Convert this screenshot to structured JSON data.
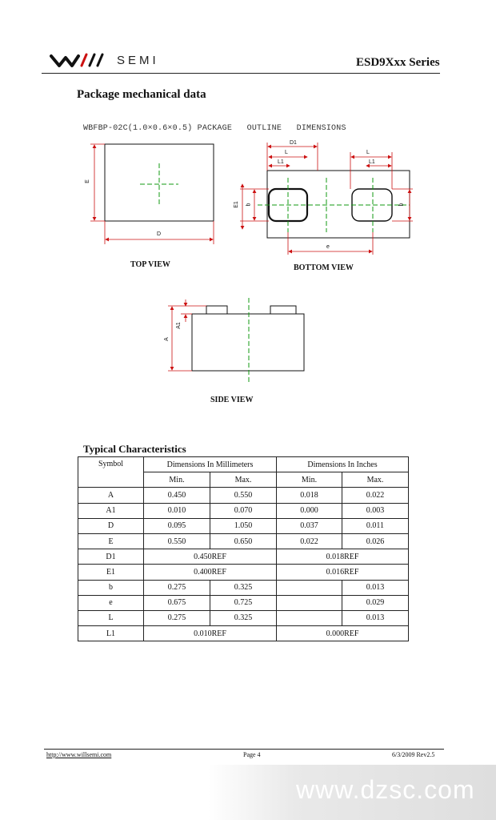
{
  "header": {
    "logo_text": "SEMI",
    "series": "ESD9Xxx  Series"
  },
  "section_title": "Package mechanical data",
  "package_title": "WBFBP-02C(1.0×0.6×0.5) PACKAGE   OUTLINE   DIMENSIONS",
  "views": {
    "top": "TOP VIEW",
    "bottom": "BOTTOM VIEW",
    "side": "SIDE VIEW"
  },
  "dim_labels": {
    "E": "E",
    "D": "D",
    "D1": "D1",
    "L": "L",
    "L1": "L1",
    "E1": "E1",
    "b": "b",
    "e": "e",
    "A": "A",
    "A1": "A1"
  },
  "table": {
    "title": "Typical Characteristics",
    "col_symbol": "Symbol",
    "col_mm": "Dimensions In Millimeters",
    "col_in": "Dimensions In Inches",
    "min": "Min.",
    "max": "Max.",
    "rows": [
      {
        "symbol": "A",
        "mm_min": "0.450",
        "mm_max": "0.550",
        "in_min": "0.018",
        "in_max": "0.022"
      },
      {
        "symbol": "A1",
        "mm_min": "0.010",
        "mm_max": "0.070",
        "in_min": "0.000",
        "in_max": "0.003"
      },
      {
        "symbol": "D",
        "mm_min": "0.095",
        "mm_max": "1.050",
        "in_min": "0.037",
        "in_max": "0.011"
      },
      {
        "symbol": "E",
        "mm_min": "0.550",
        "mm_max": "0.650",
        "in_min": "0.022",
        "in_max": "0.026"
      },
      {
        "symbol": "D1",
        "mm_ref": "0.450REF",
        "in_ref": "0.018REF"
      },
      {
        "symbol": "E1",
        "mm_ref": "0.400REF",
        "in_ref": "0.016REF"
      },
      {
        "symbol": "b",
        "mm_min": "0.275",
        "mm_max": "0.325",
        "in_min": "",
        "in_max": "0.013"
      },
      {
        "symbol": "e",
        "mm_min": "0.675",
        "mm_max": "0.725",
        "in_min": "",
        "in_max": "0.029"
      },
      {
        "symbol": "L",
        "mm_min": "0.275",
        "mm_max": "0.325",
        "in_min": "",
        "in_max": "0.013"
      },
      {
        "symbol": "L1",
        "mm_ref": "0.010REF",
        "in_ref": "0.000REF"
      }
    ]
  },
  "footer": {
    "url": "http://www.willsemi.com",
    "page": "Page 4",
    "date_rev": "6/3/2009 Rev2.5"
  },
  "watermark": "www.dzsc.com",
  "colors": {
    "dimension_line": "#cc1111",
    "center_line": "#119911",
    "outline": "#111111"
  }
}
